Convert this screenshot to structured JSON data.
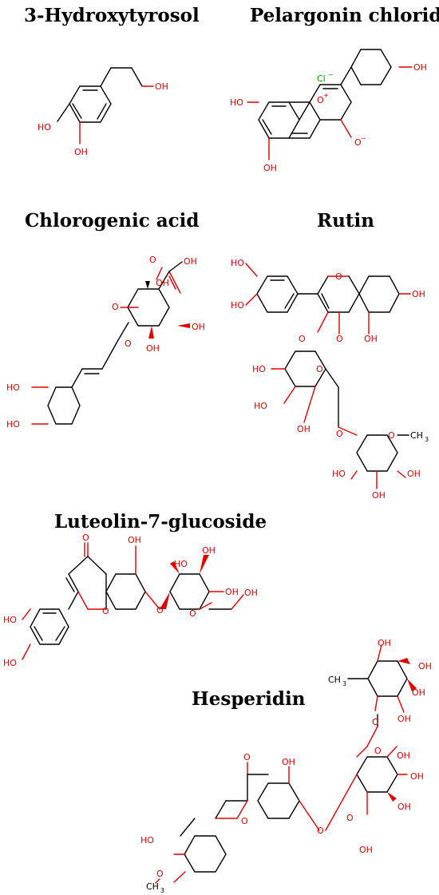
{
  "molecules": [
    {
      "name": "3-Hydroxytyrosol"
    },
    {
      "name": "Pelargonin chloride"
    },
    {
      "name": "Chlorogenic acid"
    },
    {
      "name": "Rutin"
    },
    {
      "name": "Luteolin-7-glucoside"
    },
    {
      "name": "Hesperidin"
    }
  ],
  "atoms": {
    "oh": "OH",
    "ho": "HO",
    "o": "O",
    "cl": "Cl",
    "ch3": "CH",
    "methyl_sub": "3",
    "plus": "+",
    "minus": "−",
    "h": "H"
  }
}
